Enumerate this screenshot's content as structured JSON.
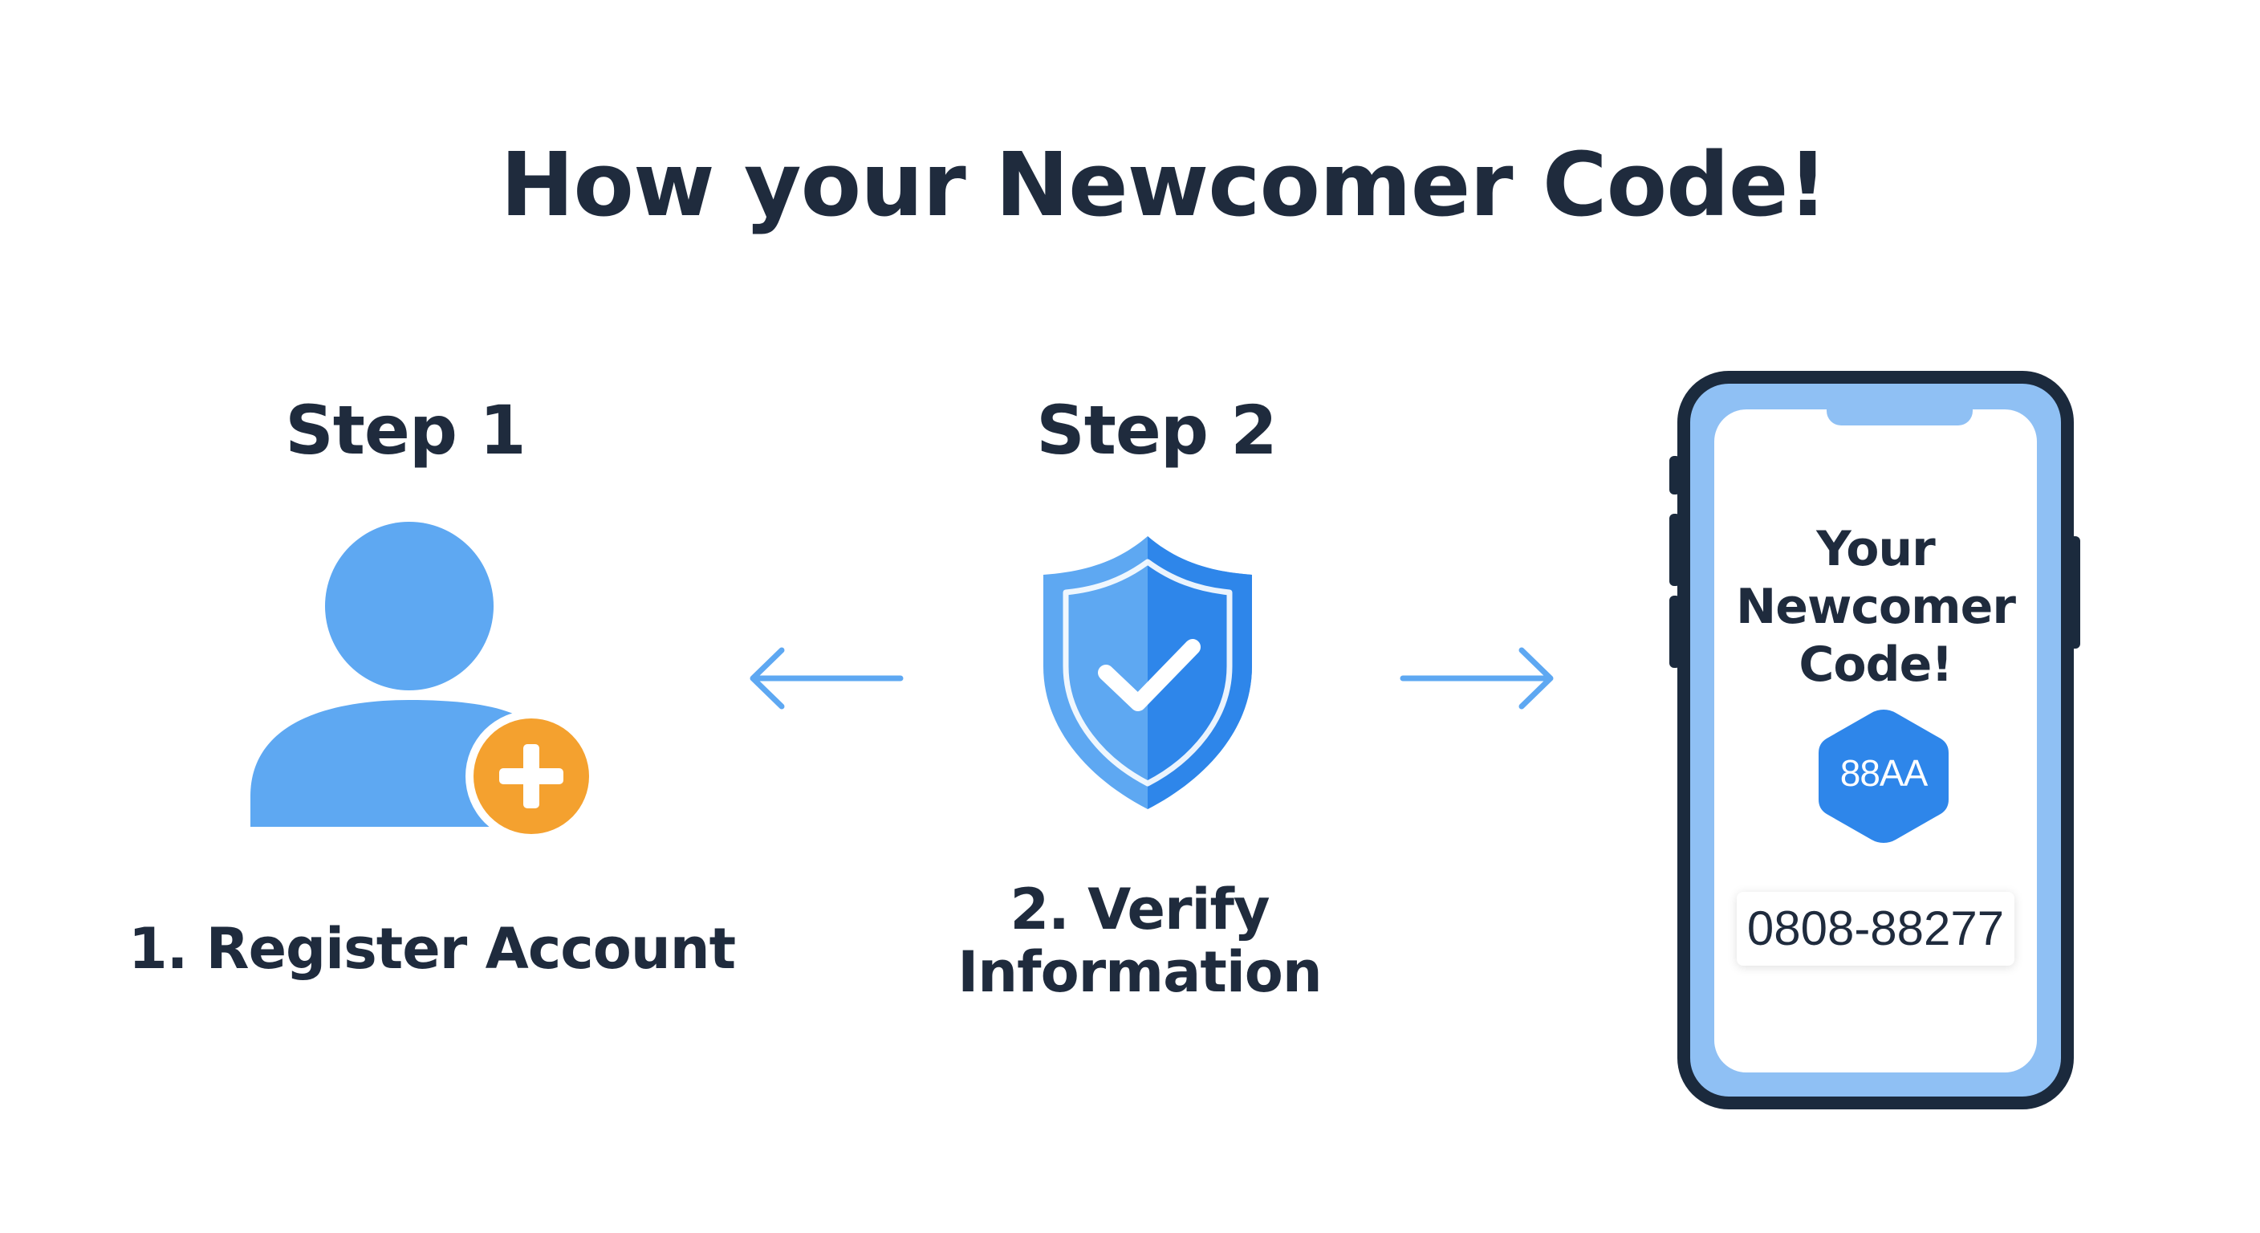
{
  "title": "How your Newcomer Code!",
  "steps": [
    {
      "heading": "Step 1",
      "label": "1. Register Account",
      "icon": "user-add-icon"
    },
    {
      "heading": "Step 2",
      "label_lines": [
        "2. Verify",
        "Information"
      ],
      "icon": "shield-check-icon"
    }
  ],
  "arrows": [
    {
      "direction": "left",
      "icon": "arrow-left-icon"
    },
    {
      "direction": "right",
      "icon": "arrow-right-icon"
    }
  ],
  "phone": {
    "title_lines": [
      "Your",
      "Newcomer",
      "Code!"
    ],
    "badge_text": "88AA",
    "code": "0808-88277"
  },
  "colors": {
    "text": "#1f2b3d",
    "primary_blue": "#5ea8f2",
    "deep_blue": "#2e86ea",
    "light_blue": "#8fc0f4",
    "accent_orange": "#f4a12f",
    "phone_frame": "#1b2a3d"
  }
}
